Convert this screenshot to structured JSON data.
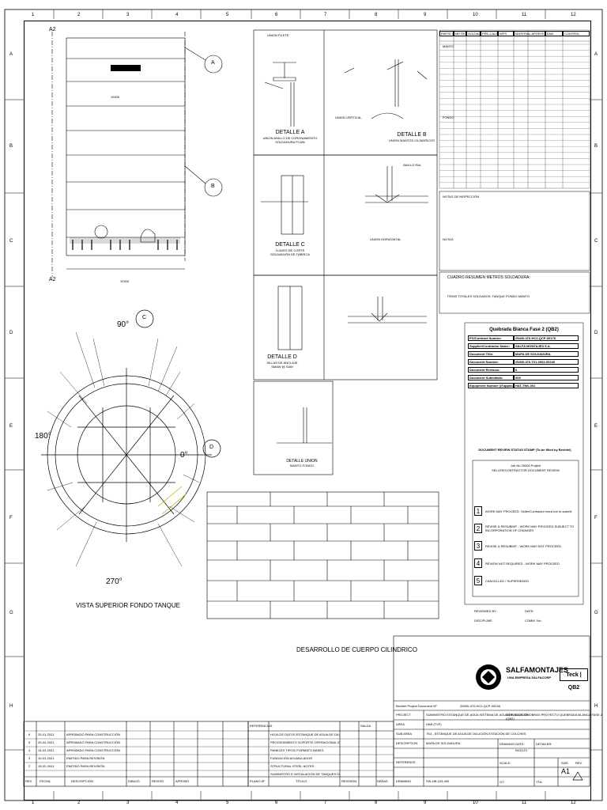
{
  "grid": {
    "cols": [
      "1",
      "2",
      "3",
      "4",
      "5",
      "6",
      "7",
      "8",
      "9",
      "10",
      "11",
      "12"
    ],
    "rows": [
      "A",
      "B",
      "C",
      "D",
      "E",
      "F",
      "G",
      "H"
    ]
  },
  "drawing": {
    "section_label": "A2",
    "view_label": "VISTA SUPERIOR FONDO TANQUE",
    "shell_label": "DESARROLLO DE CUERPO CILINDRICO",
    "callouts": [
      "A",
      "B",
      "C",
      "D"
    ],
    "angles": {
      "a90": "90°",
      "a180": "180°",
      "a0": "0°",
      "a270": "270°"
    },
    "dimensions": {
      "width": "10400",
      "height": "19400"
    }
  },
  "details": [
    {
      "title": "DETALLE A",
      "sub1": "UNION ANILLO DE CORONAMIENTO",
      "sub2": "SOLDADURA FCAW"
    },
    {
      "title": "DETALLE B",
      "sub1": "UNION MANTOS CILINDRICOS",
      "sub2": ""
    },
    {
      "title": "DETALLE C",
      "sub1": "LLAVES DE CORTE",
      "sub2": "SOLDADURA DE FÁBRICA"
    },
    {
      "title": "DETALLE D",
      "sub1": "SILLAS DE ANCLAJE",
      "sub2": "SMAW @ SAW"
    },
    {
      "title": "DETALLE UNION",
      "sub1": "MANTO-FONDO",
      "sub2": ""
    }
  ],
  "detail_labels": {
    "union_filete": "UNION FILETE",
    "anillo_ral": "ANILLO RAL",
    "union_horizontal": "UNION HORIZONTAL",
    "union_vertical": "UNION VERTICAL"
  },
  "weld_table": {
    "headers": [
      "PARTE WELD",
      "METRO SOLDADOS",
      "SOLDADURA",
      "PRE-CALENTAMIENTO",
      "WPS",
      "MATERIAL APORTE",
      "END",
      "CONTROL"
    ],
    "section_manto": "MANTO",
    "section_fondo": "FONDO",
    "rows_manto": 12,
    "rows_fondo": 10
  },
  "notes_box": {
    "title": "NOTAS DE INSPECCIÓN",
    "notes_label": "NOTAS"
  },
  "summary_box": {
    "title": "CUADRO RESUMEN METROS SOLDADURA:",
    "line": "ÍTEMS TOTALES SOLDADOS: TANQUE FONDO MANTO"
  },
  "project_card": {
    "title": "Quebrada Blanca Fase 2 (QB2)",
    "rows": [
      {
        "label": "PO/Contract Number:",
        "value": "25400-470-HC2-QCP-00178"
      },
      {
        "label": "Supplier/Contractor Name:",
        "value": "SALFA MONTAJES S.A."
      },
      {
        "label": "Document Title:",
        "value": "MAPA DE SOLDADURA"
      },
      {
        "label": "Document Number:",
        "value": "25400-470-T01-0002-00246"
      },
      {
        "label": "Document Revision:",
        "value": "0"
      },
      {
        "label": "Document Submittals:",
        "value": "005"
      },
      {
        "label": "Equipment Number (If applicable):",
        "value": "HAT-TNK-001"
      }
    ]
  },
  "review_stamp": {
    "title": "DOCUMENT REVIEW STATUS STAMP (To be filled by Bechtel)",
    "header1": "Job No 25400 Project",
    "header2": "SELLER/CONTRACTOR DOCUMENT REVIEW",
    "options": [
      {
        "num": "1",
        "text": "WORK MAY PROCEED. Seller/Contractor need not re-submit"
      },
      {
        "num": "2",
        "text": "REVISE & RESUBMIT - WORK MAY PROCEED SUBJECT TO INCORPORATION OF CHANGES"
      },
      {
        "num": "3",
        "text": "REVISE & RESUBMIT - WORK MAY NOT PROCEED"
      },
      {
        "num": "4",
        "text": "REVIEW NOT REQUIRED - WORK MAY PROCEED"
      },
      {
        "num": "5",
        "text": "CANCELLED / SUPERSEDED"
      }
    ],
    "reviewed_by": "REVIEWED BY:",
    "date": "DATE:",
    "discipline": "DISCIPLINE:",
    "comments": "COMM. No.:"
  },
  "company": {
    "name": "SALFAMONTAJES",
    "tagline": "UNA EMPRESA SALFACORP",
    "client_logo": "Teck | QB2"
  },
  "title_block": {
    "bechtel_label": "Bechtel Project Document Nº",
    "bechtel_value": "25400-470-HC2-QCP-00246",
    "rows": [
      {
        "label": "PROJECT",
        "value": "SUMINISTRO ESTANQUE DE AGUA SISTEMA DE AGUA DE DILUCIÓN",
        "value2": "SERVICIOS DE OBRAS PROYECTO QUEBRADA BLANCA FASE 2 (QB2)"
      },
      {
        "label": "AREA",
        "value": "HAB (TVF)",
        "value2": ""
      },
      {
        "label": "SUB AREA",
        "value": "TK4 - ESTANQUE DE AGUA DE DILUCIÓN ESTACIÓN DE COLCHES",
        "value2": ""
      },
      {
        "label": "DESCRIPTION",
        "value": "MAPA DE SOLDADURA",
        "value2": ""
      },
      {
        "label": "REFERENCE",
        "value": "",
        "value2": ""
      },
      {
        "label": "DRAWING",
        "value": "SW-HB-103-400",
        "value2": ""
      }
    ],
    "drawing_date_label": "DRAWING DATE:",
    "drawing_date": "04/11/21",
    "detailer_label": "DETAILER:",
    "scale_label": "SCALE:",
    "ot_label": "OT.",
    "tta_label": "TTA:",
    "size_label": "SIZE",
    "size_value": "A1",
    "rev_label": "REV."
  },
  "revisions": [
    {
      "rev": "6",
      "date": "25-01-2021",
      "desc": "APROBADO PARA CONSTRUCCIÓN"
    },
    {
      "rev": "5",
      "date": "29-04-2021",
      "desc": "APROBADO PARA CONSTRUCCIÓN"
    },
    {
      "rev": "4",
      "date": "14-03-2021",
      "desc": "APROBADO PARA CONSTRUCCIÓN"
    },
    {
      "rev": "3",
      "date": "10-03-2021",
      "desc": "EMITIDO PARA REVISIÓN"
    },
    {
      "rev": "2",
      "date": "15-02-2021",
      "desc": "EMITIDO PARA REVISIÓN"
    }
  ],
  "revision_headers": [
    "REV.",
    "FECHA",
    "DESCRIPCIÓN",
    "DIBUJÓ",
    "REVISÓ",
    "APROBÓ"
  ],
  "reference_docs": {
    "header": "REFERENCIAS",
    "col2": "SALDA",
    "items": [
      "HOJA DE DATOS ESTANQUE DE AGUA DE DILUCIÓN",
      "PROCEDIMIENTO SOPORTE OPERACIONAL ESTANQUE DE AGUA DE DILUCIÓN",
      "PANELES TIPOS/ FORMATO BASES",
      "FUNDACIÓN ACUMULADOR",
      "STRUCTURAL STEEL NOTES",
      "SUMINISTRO E INSTALACIÓN DE TANQUES DE AGUA"
    ],
    "footer": [
      "PLANO Nº",
      "TÍTULO",
      "REVISIÓN",
      "SEÑAS"
    ]
  }
}
